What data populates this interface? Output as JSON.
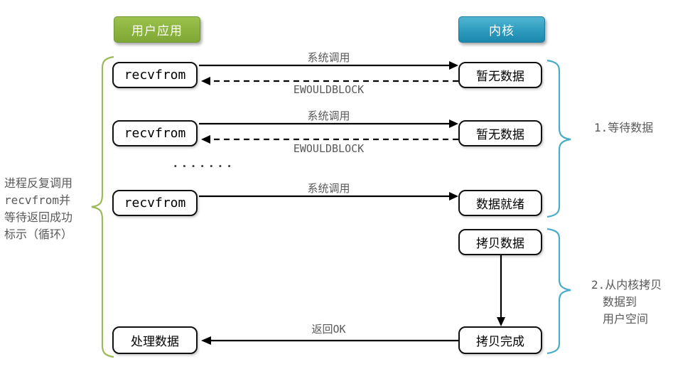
{
  "headers": {
    "user_app": "用户应用",
    "kernel": "内核"
  },
  "boxes": {
    "recvfrom_1": "recvfrom",
    "recvfrom_2": "recvfrom",
    "recvfrom_3": "recvfrom",
    "no_data_1": "暂无数据",
    "no_data_2": "暂无数据",
    "data_ready": "数据就绪",
    "copy_data": "拷贝数据",
    "copy_done": "拷贝完成",
    "process_data": "处理数据"
  },
  "arrow_labels": {
    "syscall_1": "系统调用",
    "ewouldblock_1": "EWOULDBLOCK",
    "syscall_2": "系统调用",
    "ewouldblock_2": "EWOULDBLOCK",
    "syscall_3": "系统调用",
    "return_ok": "返回OK"
  },
  "ellipsis": "·······",
  "left_note": "进程反复调用\nrecvfrom并\n等待返回成功\n标示（循环）",
  "annotations": {
    "phase1": "1.等待数据",
    "phase2": "2.从内核拷贝\n　数据到\n　用户空间"
  },
  "colors": {
    "brace_green": "#9BBB59",
    "brace_blue": "#4BACC6",
    "label_gray": "#595959",
    "box_border": "#111111",
    "header_green": "#8AB33E",
    "header_blue": "#2D9BBD"
  }
}
